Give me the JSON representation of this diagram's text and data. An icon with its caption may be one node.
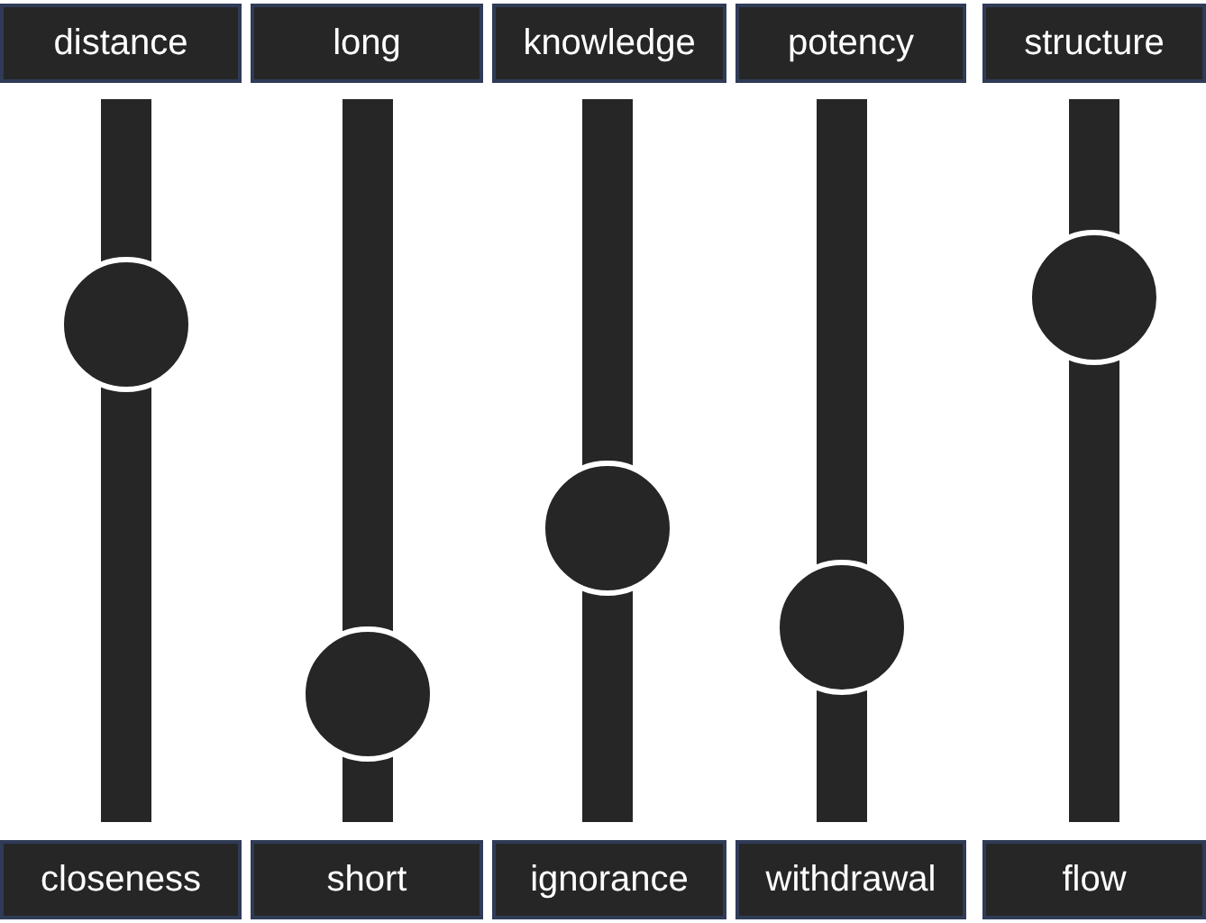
{
  "diagram": {
    "nodes": [
      {
        "text": [
          "distance"
        ]
      },
      {
        "text": [
          "long"
        ]
      },
      {
        "text": [
          "knowledge"
        ]
      },
      {
        "text": [
          "potency"
        ]
      },
      {
        "text": [
          "structure"
        ]
      },
      {
        "text": [
          "closeness"
        ]
      },
      {
        "text": [
          "short"
        ]
      },
      {
        "text": [
          "ignorance"
        ]
      },
      {
        "text": [
          "withdrawal"
        ]
      },
      {
        "text": [
          "flow"
        ]
      }
    ]
  }
}
